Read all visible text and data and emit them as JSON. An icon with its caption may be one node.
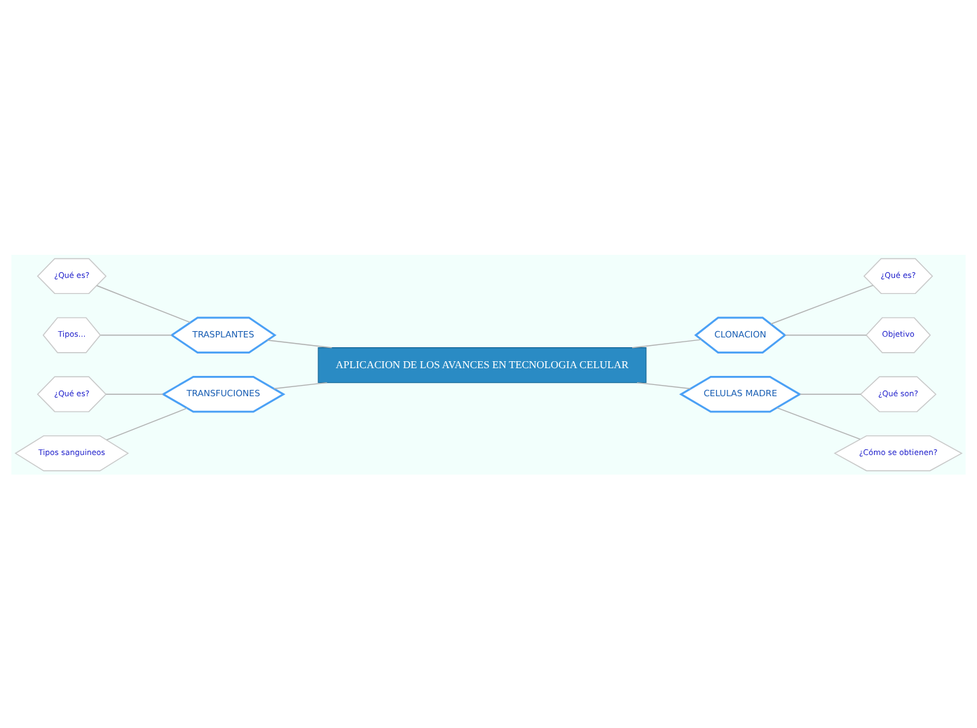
{
  "diagram": {
    "nodes": [
      {
        "text": [
          "APLICACION DE LOS AVANCES EN TECNOLOGIA CELULAR"
        ]
      },
      {
        "text": [
          "TRASPLANTES"
        ]
      },
      {
        "text": [
          "¿Qué es?"
        ]
      },
      {
        "text": [
          "Tipos..."
        ]
      },
      {
        "text": [
          "CLONACION"
        ]
      },
      {
        "text": [
          "¿Qué es?"
        ]
      },
      {
        "text": [
          "Objetivo"
        ]
      },
      {
        "text": [
          "TRANSFUCIONES"
        ]
      },
      {
        "text": [
          "¿Qué es?"
        ]
      },
      {
        "text": [
          "Tipos sanguineos"
        ]
      },
      {
        "text": [
          "CELULAS MADRE"
        ]
      },
      {
        "text": [
          "¿Qué son?"
        ]
      },
      {
        "text": [
          "¿Cómo se obtienen?"
        ]
      }
    ],
    "edges": [
      {
        "from": 0,
        "to": 1,
        "arrow": "none"
      },
      {
        "from": 1,
        "to": 2,
        "arrow": "none"
      },
      {
        "from": 1,
        "to": 3,
        "arrow": "none"
      },
      {
        "from": 0,
        "to": 4,
        "arrow": "none"
      },
      {
        "from": 4,
        "to": 5,
        "arrow": "none"
      },
      {
        "from": 4,
        "to": 6,
        "arrow": "none"
      },
      {
        "from": 0,
        "to": 7,
        "arrow": "none"
      },
      {
        "from": 7,
        "to": 8,
        "arrow": "none"
      },
      {
        "from": 7,
        "to": 9,
        "arrow": "none"
      },
      {
        "from": 0,
        "to": 10,
        "arrow": "none"
      },
      {
        "from": 10,
        "to": 11,
        "arrow": "none"
      },
      {
        "from": 10,
        "to": 12,
        "arrow": "none"
      }
    ]
  }
}
